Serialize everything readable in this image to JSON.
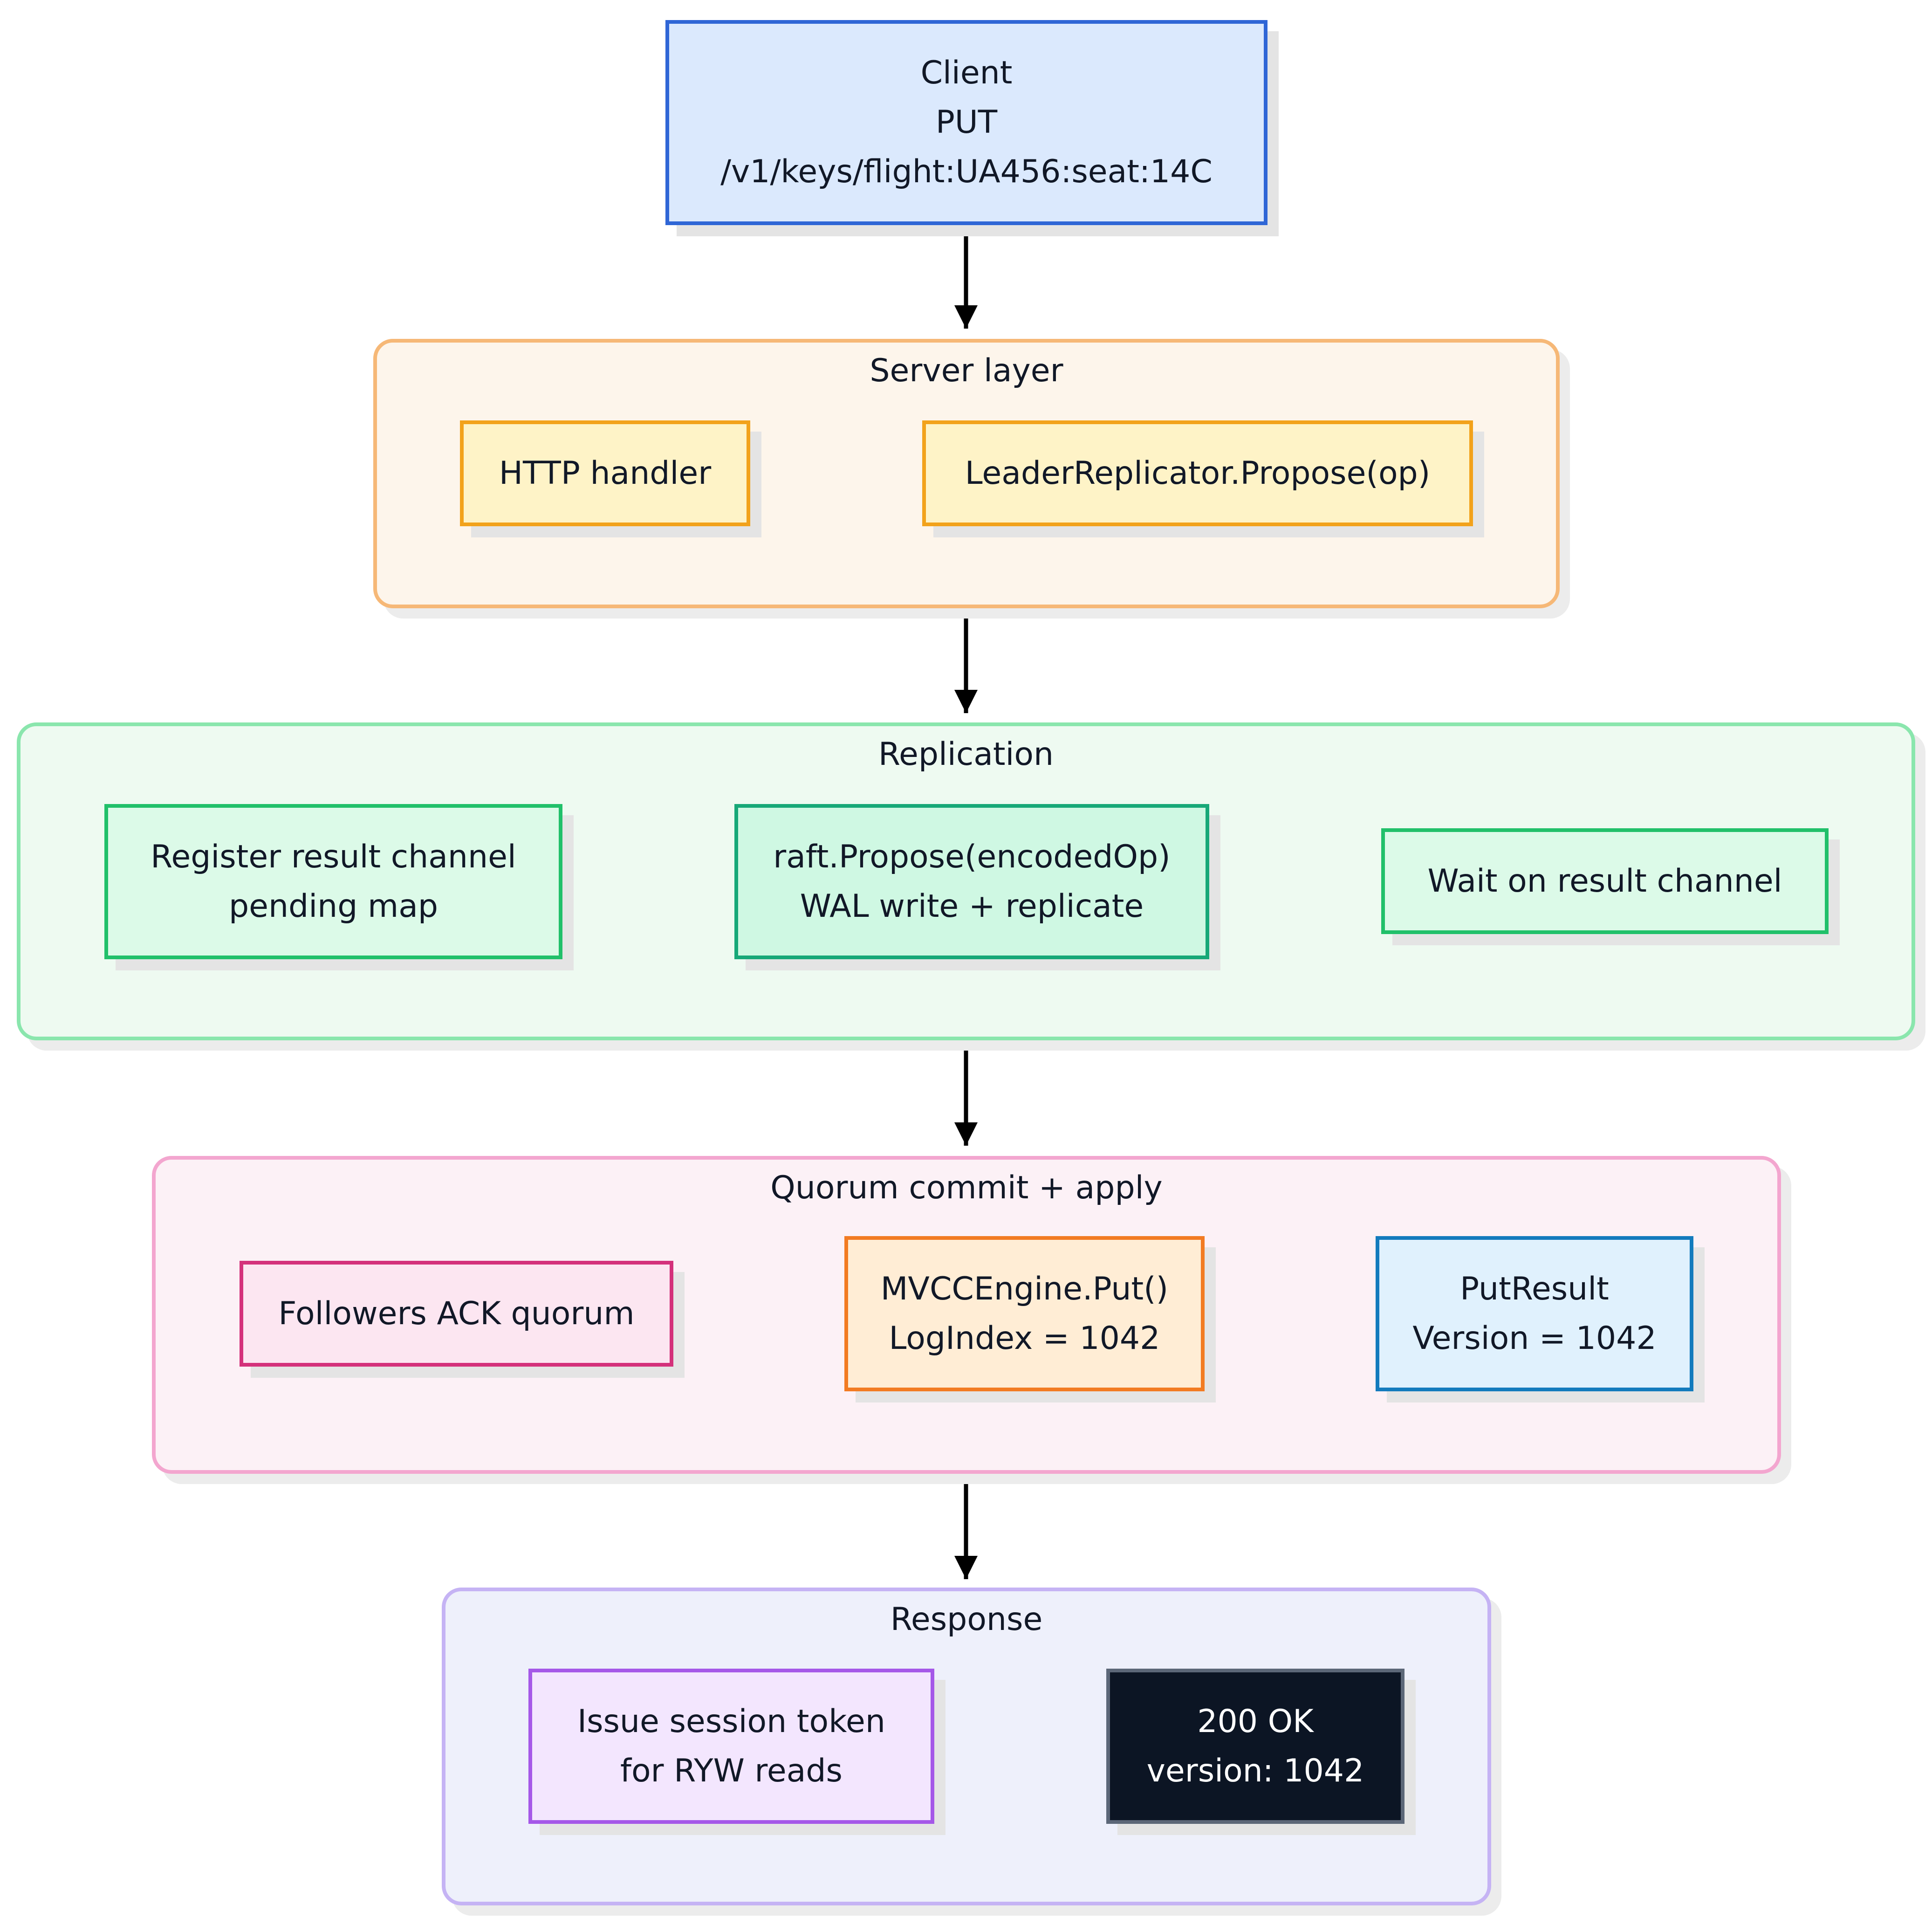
{
  "nodes": {
    "client": [
      "Client",
      "PUT",
      "/v1/keys/flight:UA456:seat:14C"
    ],
    "http_handler": [
      "HTTP handler"
    ],
    "leader_propose": [
      "LeaderReplicator.Propose(op)"
    ],
    "register_channel": [
      "Register result channel",
      "pending map"
    ],
    "raft_propose": [
      "raft.Propose(encodedOp)",
      "WAL write + replicate"
    ],
    "wait_channel": [
      "Wait on result channel"
    ],
    "followers_ack": [
      "Followers ACK quorum"
    ],
    "mvcc_put": [
      "MVCCEngine.Put()",
      "LogIndex = 1042"
    ],
    "put_result": [
      "PutResult",
      "Version = 1042"
    ],
    "session_token": [
      "Issue session token",
      "for RYW reads"
    ],
    "ok_response": [
      "200 OK",
      "version: 1042"
    ]
  },
  "groups": {
    "server": "Server layer",
    "replication": "Replication",
    "quorum": "Quorum commit + apply",
    "response": "Response"
  },
  "colors": {
    "client": {
      "fill": "#dbe9fd",
      "stroke": "#2f66d6"
    },
    "server_group": {
      "fill": "#fdf5eb",
      "stroke": "#f6b877"
    },
    "server_node": {
      "fill": "#fef3c7",
      "stroke": "#f2a21b"
    },
    "replication_group": {
      "fill": "#eefaf1",
      "stroke": "#8ae6ad"
    },
    "replication_node": {
      "fill": "#dcfae8",
      "stroke": "#21c06a"
    },
    "raft_node": {
      "fill": "#cff8e3",
      "stroke": "#17a878"
    },
    "quorum_group": {
      "fill": "#fcf1f6",
      "stroke": "#f3a6cf"
    },
    "followers_node": {
      "fill": "#fce6f1",
      "stroke": "#d4317b"
    },
    "mvcc_node": {
      "fill": "#ffedd5",
      "stroke": "#f27b22"
    },
    "put_result_node": {
      "fill": "#e0f1fd",
      "stroke": "#137bbd"
    },
    "response_group": {
      "fill": "#eef0fb",
      "stroke": "#c5b3f4"
    },
    "session_node": {
      "fill": "#f3e6fe",
      "stroke": "#a558e8"
    },
    "ok_node": {
      "fill": "#0c1524",
      "stroke": "#5c6778",
      "text": "#ffffff"
    },
    "arrow": "#000000"
  }
}
